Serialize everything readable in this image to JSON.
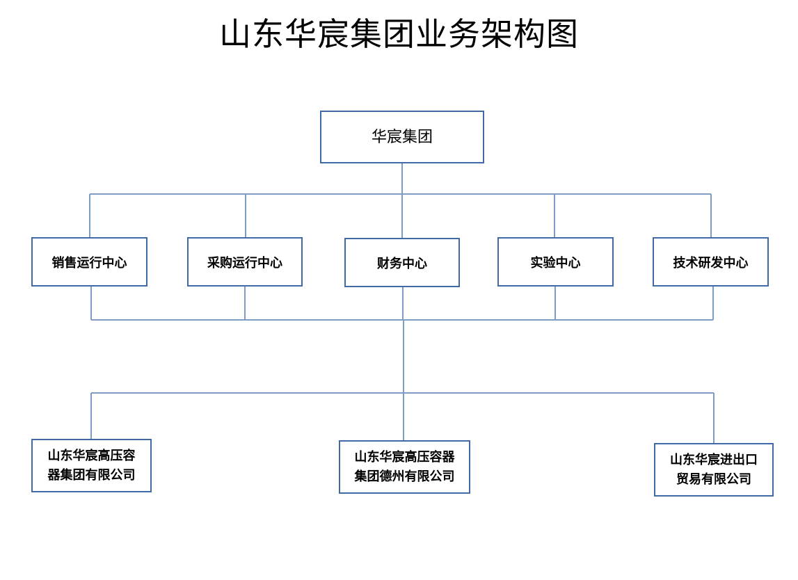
{
  "title": "山东华宸集团业务架构图",
  "colors": {
    "box_border": "#3f6aa6",
    "connector": "#7f9cc4",
    "text": "#000000"
  },
  "root": {
    "label": "华宸集团"
  },
  "centers": [
    {
      "label": "销售运行中心"
    },
    {
      "label": "采购运行中心"
    },
    {
      "label": "财务中心"
    },
    {
      "label": "实验中心"
    },
    {
      "label": "技术研发中心"
    }
  ],
  "companies": [
    {
      "line1": "山东华宸高压容",
      "line2": "器集团有限公司"
    },
    {
      "line1": "山东华宸高压容器",
      "line2": "集团德州有限公司"
    },
    {
      "line1": "山东华宸进出口",
      "line2": "贸易有限公司"
    }
  ]
}
